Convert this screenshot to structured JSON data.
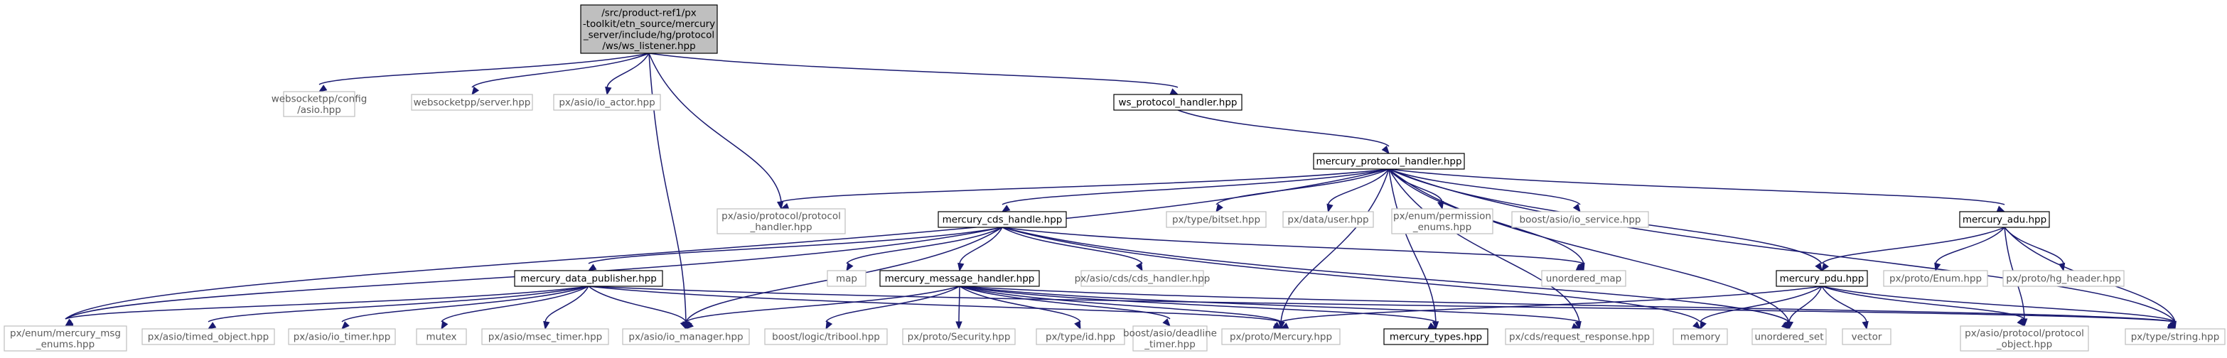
{
  "colors": {
    "edge": "#191970",
    "root_fill": "#bfbfbf",
    "documented_border": "#000000",
    "external_border": "#bfbfbf",
    "external_text": "#595959"
  },
  "nodes": {
    "root": {
      "lines": [
        "/src/product-ref1/px",
        "-toolkit/etn_source/mercury",
        "_server/include/hg/protocol",
        "/ws/ws_listener.hpp"
      ],
      "kind": "root"
    },
    "ws_config_asio": {
      "lines": [
        "websocketpp/config",
        "/asio.hpp"
      ],
      "kind": "ext"
    },
    "ws_server": {
      "lines": [
        "websocketpp/server.hpp"
      ],
      "kind": "ext"
    },
    "io_actor": {
      "lines": [
        "px/asio/io_actor.hpp"
      ],
      "kind": "ext"
    },
    "ws_protocol_handler": {
      "lines": [
        "ws_protocol_handler.hpp"
      ],
      "kind": "doc"
    },
    "mercury_protocol_handler": {
      "lines": [
        "mercury_protocol_handler.hpp"
      ],
      "kind": "doc"
    },
    "asio_protocol_handler": {
      "lines": [
        "px/asio/protocol/protocol",
        "_handler.hpp"
      ],
      "kind": "ext"
    },
    "mercury_cds_handle": {
      "lines": [
        "mercury_cds_handle.hpp"
      ],
      "kind": "doc"
    },
    "type_bitset": {
      "lines": [
        "px/type/bitset.hpp"
      ],
      "kind": "ext"
    },
    "data_user": {
      "lines": [
        "px/data/user.hpp"
      ],
      "kind": "ext"
    },
    "enum_permission": {
      "lines": [
        "px/enum/permission",
        "_enums.hpp"
      ],
      "kind": "ext"
    },
    "boost_io_service": {
      "lines": [
        "boost/asio/io_service.hpp"
      ],
      "kind": "ext"
    },
    "mercury_adu": {
      "lines": [
        "mercury_adu.hpp"
      ],
      "kind": "doc"
    },
    "map": {
      "lines": [
        "map"
      ],
      "kind": "ext"
    },
    "cds_handler": {
      "lines": [
        "px/asio/cds/cds_handler.hpp"
      ],
      "kind": "ext"
    },
    "unordered_map": {
      "lines": [
        "unordered_map"
      ],
      "kind": "ext"
    },
    "mercury_pdu": {
      "lines": [
        "mercury_pdu.hpp"
      ],
      "kind": "doc"
    },
    "proto_enum": {
      "lines": [
        "px/proto/Enum.hpp"
      ],
      "kind": "ext"
    },
    "proto_hg_header": {
      "lines": [
        "px/proto/hg_header.hpp"
      ],
      "kind": "ext"
    },
    "mercury_data_publisher": {
      "lines": [
        "mercury_data_publisher.hpp"
      ],
      "kind": "doc"
    },
    "mercury_message_handler": {
      "lines": [
        "mercury_message_handler.hpp"
      ],
      "kind": "doc"
    },
    "enum_mercury_msg": {
      "lines": [
        "px/enum/mercury_msg",
        "_enums.hpp"
      ],
      "kind": "ext"
    },
    "timed_object": {
      "lines": [
        "px/asio/timed_object.hpp"
      ],
      "kind": "ext"
    },
    "io_timer": {
      "lines": [
        "px/asio/io_timer.hpp"
      ],
      "kind": "ext"
    },
    "mutex": {
      "lines": [
        "mutex"
      ],
      "kind": "ext"
    },
    "msec_timer": {
      "lines": [
        "px/asio/msec_timer.hpp"
      ],
      "kind": "ext"
    },
    "io_manager": {
      "lines": [
        "px/asio/io_manager.hpp"
      ],
      "kind": "ext"
    },
    "boost_tribool": {
      "lines": [
        "boost/logic/tribool.hpp"
      ],
      "kind": "ext"
    },
    "proto_security": {
      "lines": [
        "px/proto/Security.hpp"
      ],
      "kind": "ext"
    },
    "type_id": {
      "lines": [
        "px/type/id.hpp"
      ],
      "kind": "ext"
    },
    "boost_deadline_timer": {
      "lines": [
        "boost/asio/deadline",
        "_timer.hpp"
      ],
      "kind": "ext"
    },
    "proto_mercury": {
      "lines": [
        "px/proto/Mercury.hpp"
      ],
      "kind": "ext"
    },
    "mercury_types": {
      "lines": [
        "mercury_types.hpp"
      ],
      "kind": "doc"
    },
    "request_response": {
      "lines": [
        "px/cds/request_response.hpp"
      ],
      "kind": "ext"
    },
    "memory": {
      "lines": [
        "memory"
      ],
      "kind": "ext"
    },
    "unordered_set": {
      "lines": [
        "unordered_set"
      ],
      "kind": "ext"
    },
    "vector": {
      "lines": [
        "vector"
      ],
      "kind": "ext"
    },
    "asio_protocol_object": {
      "lines": [
        "px/asio/protocol/protocol",
        "_object.hpp"
      ],
      "kind": "ext"
    },
    "type_string": {
      "lines": [
        "px/type/string.hpp"
      ],
      "kind": "ext"
    }
  }
}
